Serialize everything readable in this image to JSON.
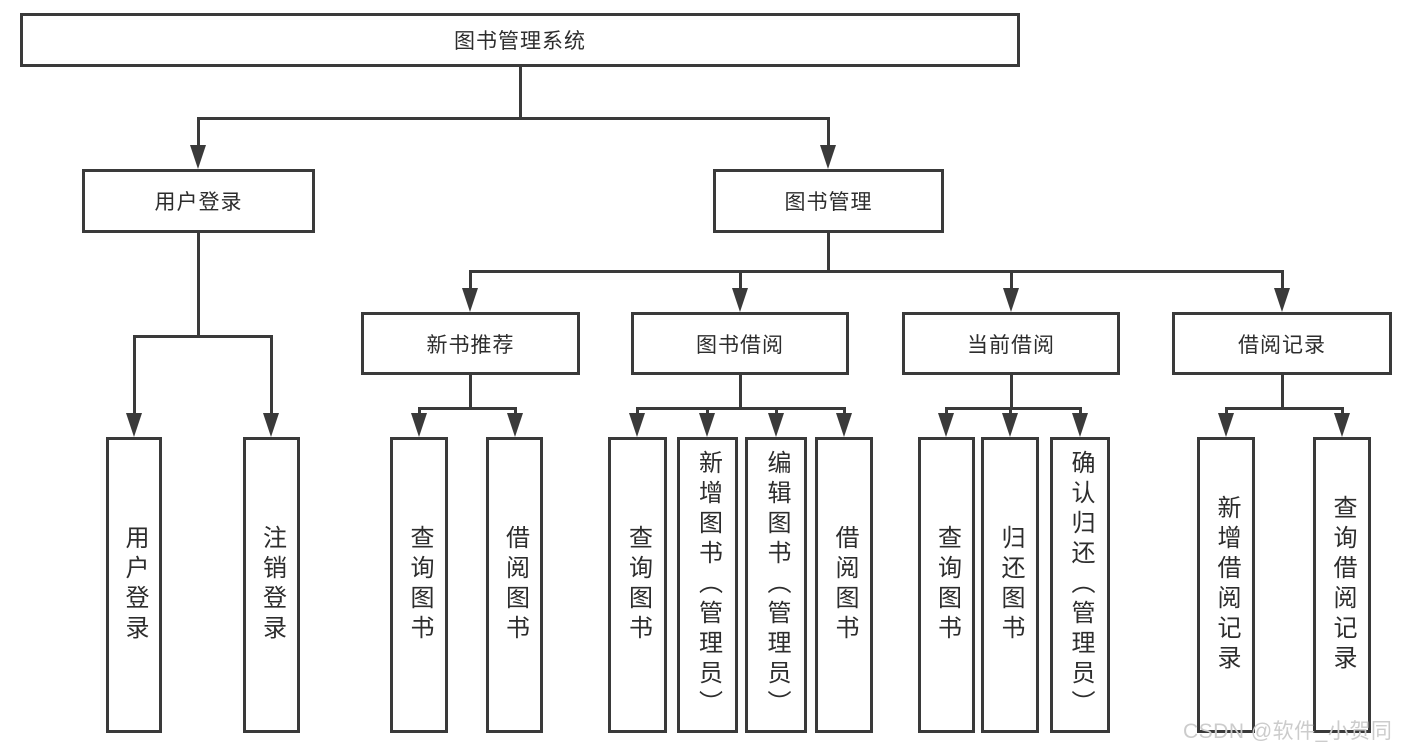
{
  "tree": {
    "label": "图书管理系统",
    "children": [
      {
        "label": "用户登录",
        "children": [
          {
            "label": "用户登录"
          },
          {
            "label": "注销登录"
          }
        ]
      },
      {
        "label": "图书管理",
        "children": [
          {
            "label": "新书推荐",
            "children": [
              {
                "label": "查询图书"
              },
              {
                "label": "借阅图书"
              }
            ]
          },
          {
            "label": "图书借阅",
            "children": [
              {
                "label": "查询图书"
              },
              {
                "label": "新增图书（管理员）"
              },
              {
                "label": "编辑图书（管理员）"
              },
              {
                "label": "借阅图书"
              }
            ]
          },
          {
            "label": "当前借阅",
            "children": [
              {
                "label": "查询图书"
              },
              {
                "label": "归还图书"
              },
              {
                "label": "确认归还（管理员）"
              }
            ]
          },
          {
            "label": "借阅记录",
            "children": [
              {
                "label": "新增借阅记录"
              },
              {
                "label": "查询借阅记录"
              }
            ]
          }
        ]
      }
    ]
  },
  "watermark": {
    "text": "CSDN @软件_小贺同学"
  },
  "colors": {
    "line": "#3a3a3a",
    "text": "#2d2d2d",
    "background": "#ffffff",
    "watermark": "#cccccc"
  }
}
